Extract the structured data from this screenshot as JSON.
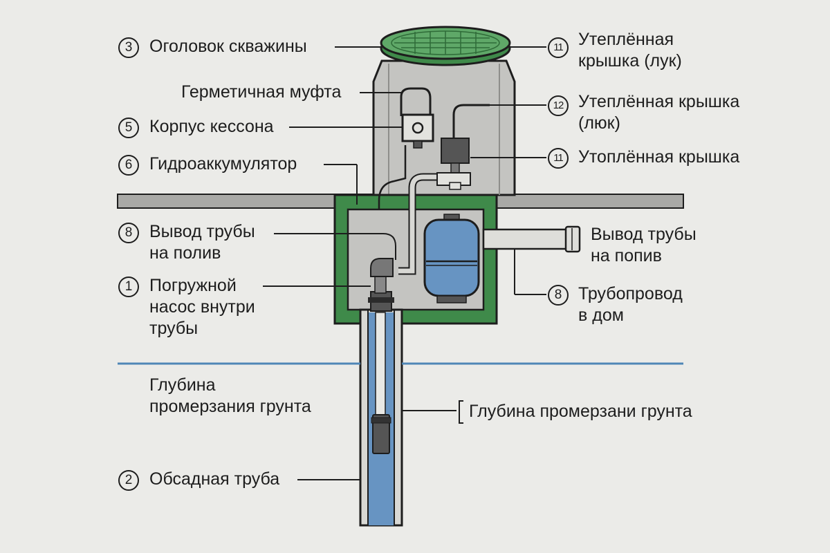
{
  "colors": {
    "background": "#ebebe8",
    "ground": "#a9a9a6",
    "caisson_wall": "#c4c4c1",
    "insulation": "#3f8a4a",
    "lid": "#5fa868",
    "water": "#6794c2",
    "frost_line": "#4f86b6",
    "outline": "#1d1d1d"
  },
  "labels": [
    {
      "id": "wellhead",
      "number": "3",
      "text": [
        "Оголовок скважины"
      ]
    },
    {
      "id": "sealed-coupling",
      "number": "",
      "text": [
        "Герметичная муфта"
      ]
    },
    {
      "id": "caisson-body",
      "number": "5",
      "text": [
        "Корпус кессона"
      ]
    },
    {
      "id": "accumulator",
      "number": "6",
      "text": [
        "Гидроаккумулятор"
      ]
    },
    {
      "id": "irrigation-outlet",
      "number": "8",
      "text": [
        "Вывод трубы",
        "на полив"
      ]
    },
    {
      "id": "submersible-pump",
      "number": "1",
      "text": [
        "Погружной",
        "насос внутри",
        "трубы"
      ]
    },
    {
      "id": "frost-depth-left",
      "number": "",
      "text": [
        "Глубина",
        "промерзания грунта"
      ]
    },
    {
      "id": "casing-pipe",
      "number": "2",
      "text": [
        "Обсадная труба"
      ]
    },
    {
      "id": "insulated-lid-hatch",
      "number": "11",
      "text": [
        "Утеплённая",
        "крышка (лук)"
      ]
    },
    {
      "id": "insulated-lid-luk",
      "number": "12",
      "text": [
        "Утеплённая крышка",
        "(люк)"
      ]
    },
    {
      "id": "recessed-lid",
      "number": "11",
      "text": [
        "Утоплённая крышка"
      ]
    },
    {
      "id": "pipe-outlet-right",
      "number": "",
      "text": [
        "Вывод трубы",
        "на попив"
      ]
    },
    {
      "id": "house-pipeline",
      "number": "8",
      "text": [
        "Трубопровод",
        "в дом"
      ]
    },
    {
      "id": "frost-depth-right",
      "number": "",
      "text": [
        "Глубина промерзани грунта"
      ]
    }
  ]
}
